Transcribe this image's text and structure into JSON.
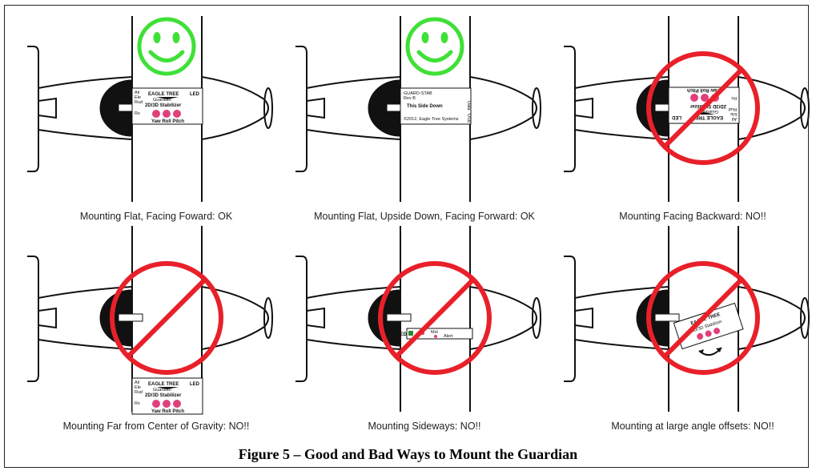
{
  "figure_caption": "Figure 5 – Good and Bad Ways to Mount the Guardian",
  "board_text": {
    "brand": "EAGLE TREE",
    "product": "Guardian",
    "model": "2D/3D Stabilizer",
    "led": "LED",
    "axes": "Yaw Roll Pitch",
    "ail": "Ail",
    "ele": "Ele",
    "rud": "Rud",
    "rx": "Rx",
    "back_model": "GUARD-STAB",
    "back_rev": "Rev B",
    "back_notice": "This Side Down",
    "back_copyright": "©2012, Eagle Tree Systems",
    "back_side": "Data",
    "back_usb": "USB",
    "side_mst": "Mst",
    "side_alert": "Alert"
  },
  "panels": [
    {
      "caption": "Mounting Flat, Facing Foward:  OK",
      "status": "ok"
    },
    {
      "caption": "Mounting Flat, Upside Down, Facing Forward: OK",
      "status": "ok"
    },
    {
      "caption": "Mounting Facing Backward:  NO!!",
      "status": "no"
    },
    {
      "caption": "Mounting Far from Center of Gravity:  NO!!",
      "status": "no"
    },
    {
      "caption": "Mounting Sideways:  NO!!",
      "status": "no"
    },
    {
      "caption": "Mounting at large angle offsets: NO!!",
      "status": "no"
    }
  ],
  "colors": {
    "ok_icon": "#3fe037",
    "no_sign": "#e8202a",
    "board_accent": "#e0407a"
  }
}
